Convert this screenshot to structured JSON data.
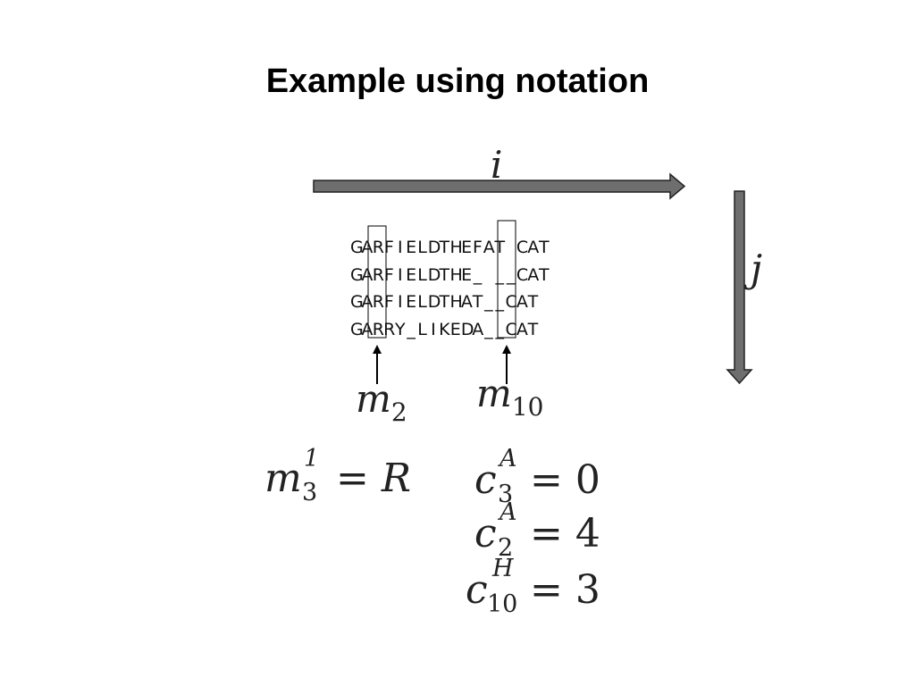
{
  "slide": {
    "title": "Example using notation"
  },
  "axes": {
    "horizontal_label": "i",
    "vertical_label": "j",
    "arrow_fill": "#6e6e6e",
    "arrow_stroke": "#222222"
  },
  "alignment": {
    "rows": [
      "GARFIELDTHEFAT CAT",
      "GARFIELDTHE_ __CAT",
      "GARFIELDTHAT__CAT",
      "GARRY_LIKEDA__CAT"
    ],
    "highlighted_columns": [
      2,
      10
    ]
  },
  "markers": [
    {
      "base": "m",
      "sub": "2"
    },
    {
      "base": "m",
      "sub": "10"
    }
  ],
  "equations": [
    {
      "base": "m",
      "sup": "1",
      "sub": "3",
      "rhs": "= R"
    },
    {
      "base": "c",
      "sup": "A",
      "sub": "3",
      "rhs": "= 0"
    },
    {
      "base": "c",
      "sup": "A",
      "sub": "2",
      "rhs": "= 4"
    },
    {
      "base": "c",
      "sup": "H",
      "sub": "10",
      "rhs": "= 3"
    }
  ]
}
